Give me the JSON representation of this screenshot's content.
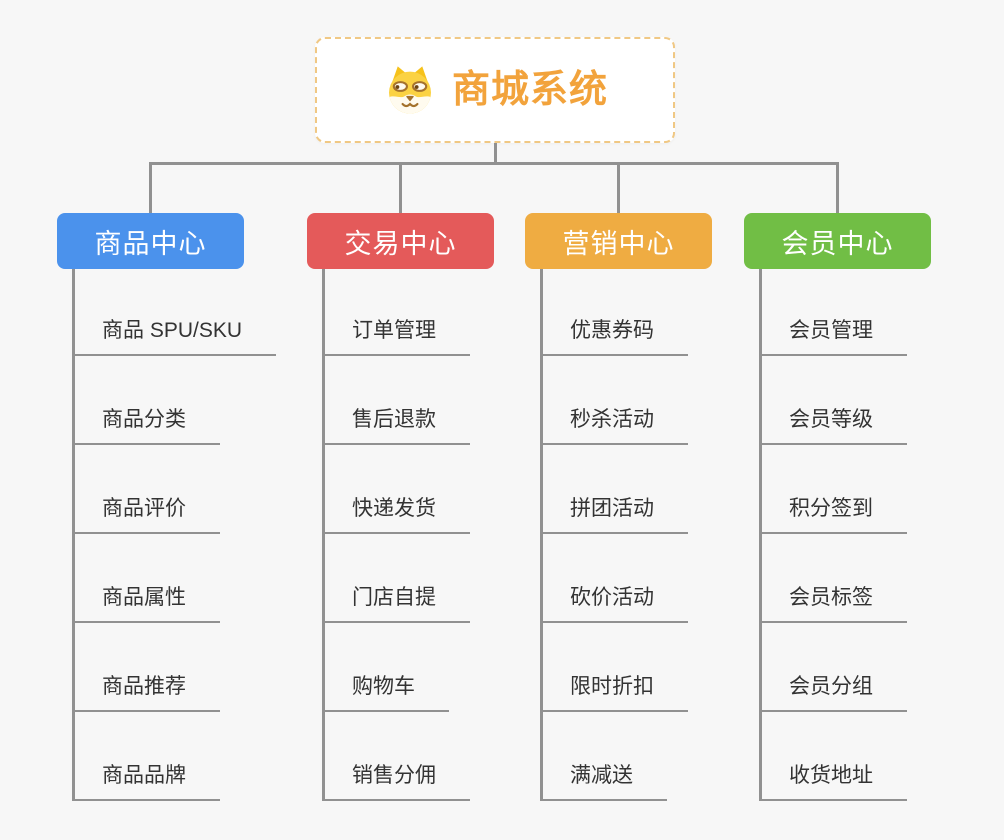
{
  "root": {
    "title": "商城系统",
    "icon": "shiba-dog-face"
  },
  "branches": [
    {
      "id": "product-center",
      "label": "商品中心",
      "color": "#4B92EC",
      "items": [
        "商品 SPU/SKU",
        "商品分类",
        "商品评价",
        "商品属性",
        "商品推荐",
        "商品品牌"
      ]
    },
    {
      "id": "trade-center",
      "label": "交易中心",
      "color": "#E45A5A",
      "items": [
        "订单管理",
        "售后退款",
        "快递发货",
        "门店自提",
        "购物车",
        "销售分佣"
      ]
    },
    {
      "id": "marketing-center",
      "label": "营销中心",
      "color": "#EFAC42",
      "items": [
        "优惠券码",
        "秒杀活动",
        "拼团活动",
        "砍价活动",
        "限时折扣",
        "满减送"
      ]
    },
    {
      "id": "member-center",
      "label": "会员中心",
      "color": "#71BE45",
      "items": [
        "会员管理",
        "会员等级",
        "积分签到",
        "会员标签",
        "会员分组",
        "收货地址"
      ]
    }
  ],
  "colors": {
    "background": "#F7F7F7",
    "connector": "#919191",
    "item_text": "#333333",
    "root_title": "#F2A33C",
    "root_border": "#F0C884",
    "branch_text": "#FFFFFF"
  }
}
